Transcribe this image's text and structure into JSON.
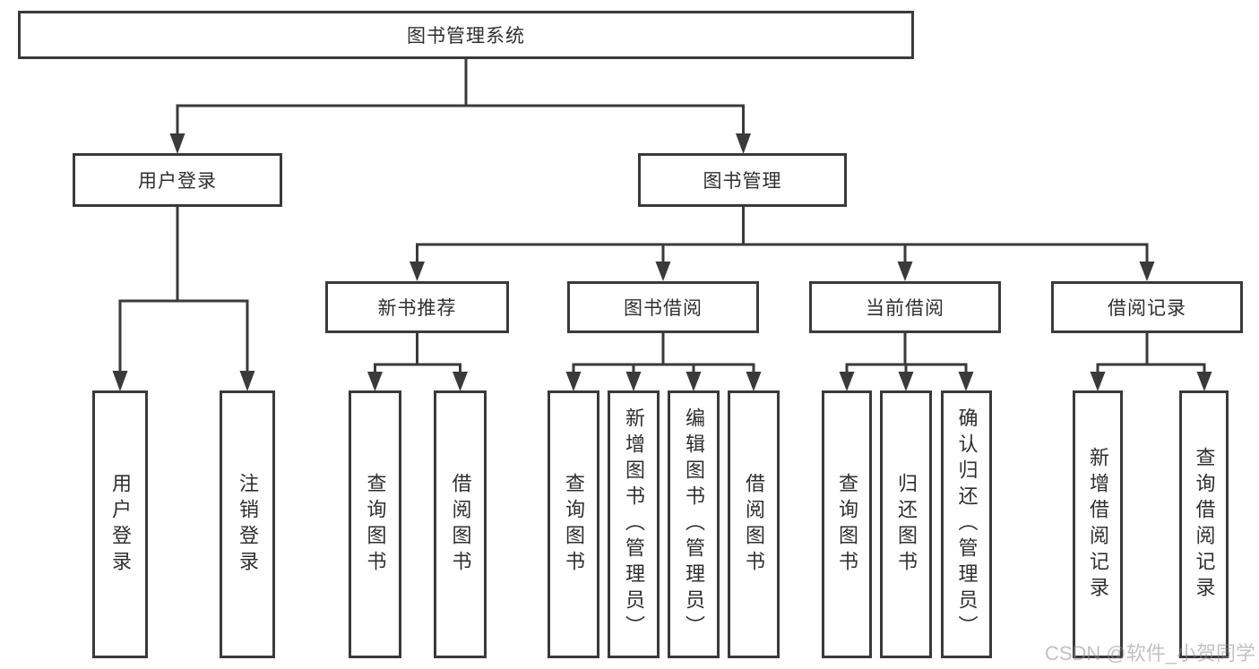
{
  "title": "图书管理系统",
  "watermark": "CSDN @软件_小贺同学",
  "colors": {
    "line": "#3a3a3a",
    "text": "#2f2f2f",
    "background": "#ffffff",
    "watermark_gray": "#c9c3c3"
  },
  "nodes": {
    "root": "图书管理系统",
    "user_login": "用户登录",
    "book_mgmt": "图书管理",
    "new_books": "新书推荐",
    "book_borrow": "图书借阅",
    "current_borrow": "当前借阅",
    "borrow_records": "借阅记录",
    "leaf_user_login": "用户登录",
    "leaf_logout": "注销登录",
    "leaf_nb_query": "查询图书",
    "leaf_nb_borrow": "借阅图书",
    "leaf_bb_query": "查询图书",
    "leaf_bb_add": "新增图书（管理员）",
    "leaf_bb_edit": "编辑图书（管理员）",
    "leaf_bb_borrow": "借阅图书",
    "leaf_cb_query": "查询图书",
    "leaf_cb_return": "归还图书",
    "leaf_cb_confirm": "确认归还（管理员）",
    "leaf_br_add": "新增借阅记录",
    "leaf_br_query": "查询借阅记录"
  },
  "structure": {
    "root": [
      "user_login",
      "book_mgmt"
    ],
    "user_login": [
      "leaf_user_login",
      "leaf_logout"
    ],
    "book_mgmt": [
      "new_books",
      "book_borrow",
      "current_borrow",
      "borrow_records"
    ],
    "new_books": [
      "leaf_nb_query",
      "leaf_nb_borrow"
    ],
    "book_borrow": [
      "leaf_bb_query",
      "leaf_bb_add",
      "leaf_bb_edit",
      "leaf_bb_borrow"
    ],
    "current_borrow": [
      "leaf_cb_query",
      "leaf_cb_return",
      "leaf_cb_confirm"
    ],
    "borrow_records": [
      "leaf_br_add",
      "leaf_br_query"
    ]
  }
}
